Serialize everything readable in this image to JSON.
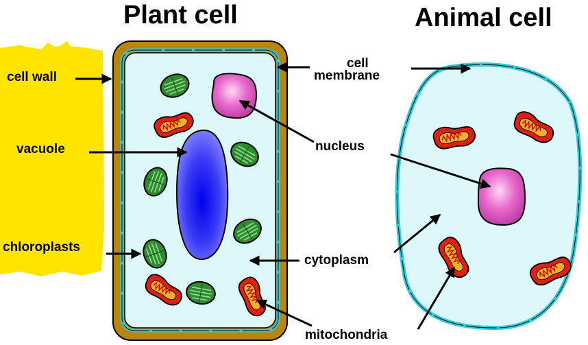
{
  "titles": {
    "plant": "Plant cell",
    "animal": "Animal cell"
  },
  "labels": {
    "cell_wall": "cell wall",
    "vacuole": "vacuole",
    "chloroplasts": "chloroplasts",
    "cell_membrane_line1": "cell",
    "cell_membrane_line2": "membrane",
    "nucleus": "nucleus",
    "cytoplasm": "cytoplasm",
    "mitochondria": "mitochondria"
  },
  "colors": {
    "highlight": "#ffe400",
    "cell_wall": "#b8860b",
    "cytoplasm": "#dcf8fa",
    "membrane": "#33ccdd",
    "nucleus": "#e060c8",
    "vacuole": "#3333ff",
    "chloroplast": "#2e8b2e",
    "mitochondria": "#e02010",
    "mitochondria_inner": "#ffb020"
  }
}
